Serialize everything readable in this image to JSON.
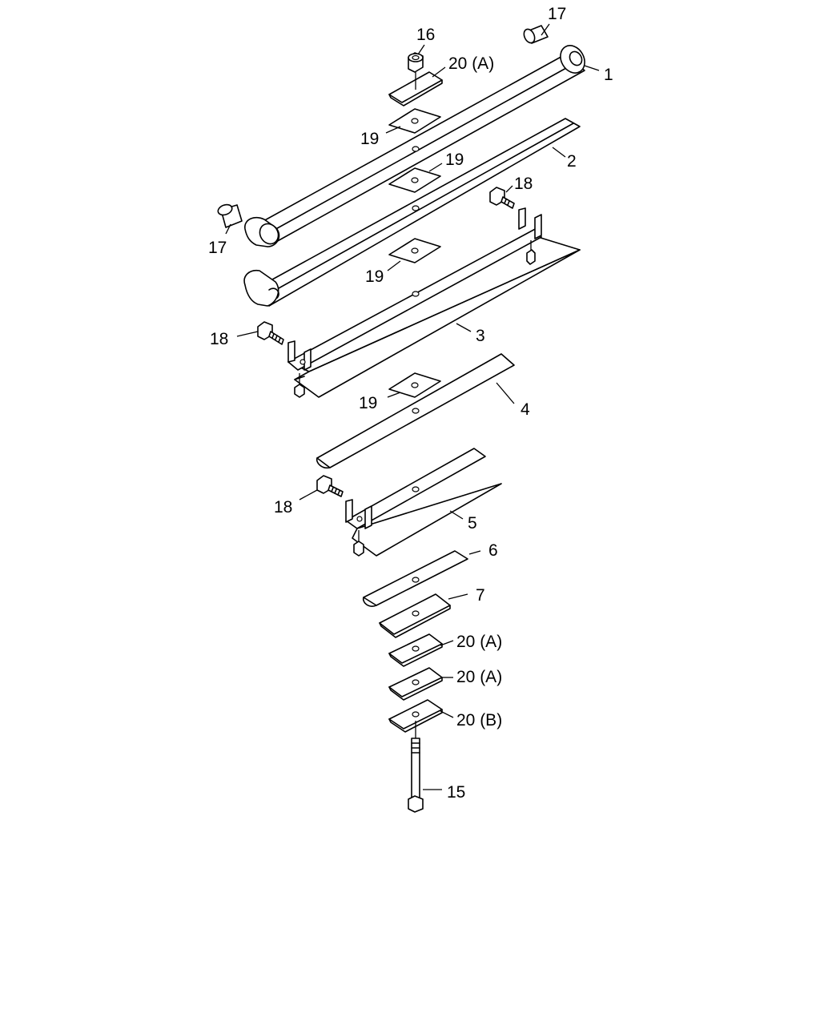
{
  "labels": {
    "p1": "1",
    "p2": "2",
    "p3": "3",
    "p4": "4",
    "p5": "5",
    "p6": "6",
    "p7": "7",
    "p15": "15",
    "p16": "16",
    "p17_top": "17",
    "p17_left": "17",
    "p18_top": "18",
    "p18_mid": "18",
    "p18_low": "18",
    "p19_a": "19",
    "p19_b": "19",
    "p19_c": "19",
    "p19_d": "19",
    "p20a_top": "20 (A)",
    "p20a_1": "20 (A)",
    "p20a_2": "20 (A)",
    "p20b": "20 (B)"
  },
  "colors": {
    "line": "#000000",
    "background": "#ffffff"
  }
}
